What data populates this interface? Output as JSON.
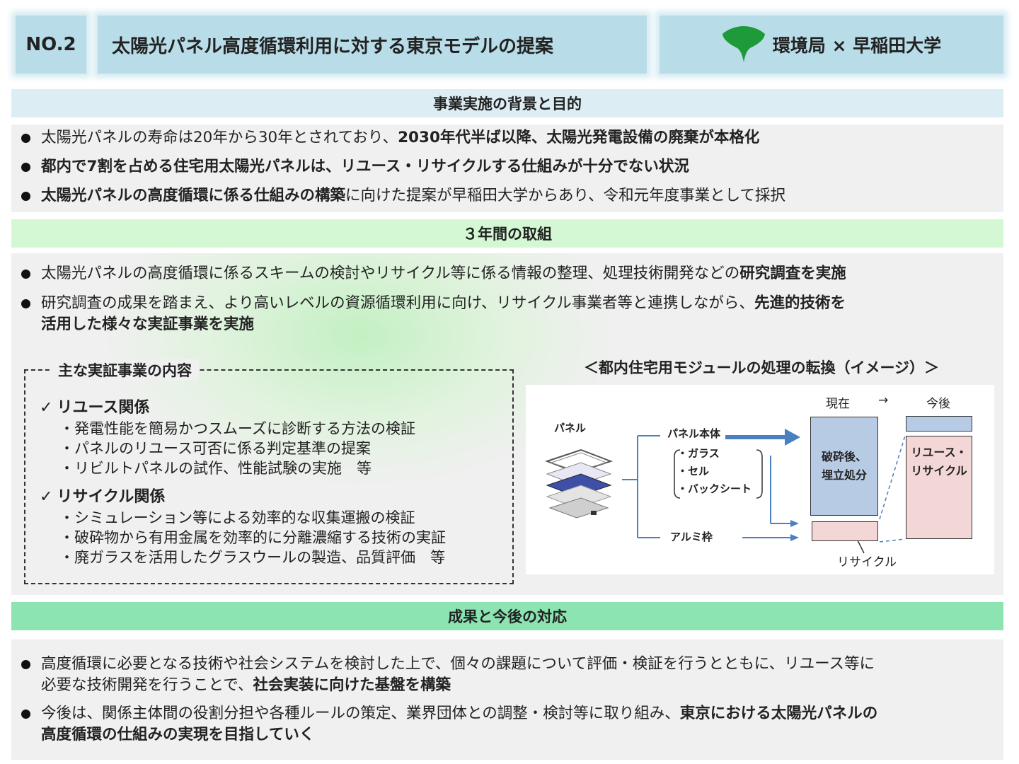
{
  "header": {
    "number": "NO.2",
    "title": "太陽光パネル高度循環利用に対する東京モデルの提案",
    "org": "環境局 × 早稲田大学",
    "logo_icon": "ginkgo-leaf-icon",
    "logo_color": "#1f9a3a"
  },
  "section1": {
    "title": "事業実施の背景と目的",
    "b1_plain": "太陽光パネルの寿命は20年から30年とされており、",
    "b1_bold": "2030年代半ば以降、太陽光発電設備の廃棄が本格化",
    "b2_bold": "都内で7割を占める住宅用太陽光パネルは、リユース・リサイクルする仕組みが十分でない状況",
    "b3_bold": "太陽光パネルの高度循環に係る仕組みの構築",
    "b3_plain": "に向けた提案が早稲田大学からあり、令和元年度事業として採択"
  },
  "section2": {
    "title": "３年間の取組",
    "b1_plain": "太陽光パネルの高度循環に係るスキームの検討やリサイクル等に係る情報の整理、処理技術開発などの",
    "b1_bold": "研究調査を実施",
    "b2_plain": "研究調査の成果を踏まえ、より高いレベルの資源循環利用に向け、リサイクル事業者等と連携しながら、",
    "b2_bold1": "先進的技術を",
    "b2_bold2": "活用した様々な実証事業を実施",
    "demo": {
      "title": "主な実証事業の内容",
      "check": "✓",
      "reuse_label": "リユース関係",
      "reuse_items": [
        "・発電性能を簡易かつスムーズに診断する方法の検証",
        "・パネルのリユース可否に係る判定基準の提案",
        "・リビルトパネルの試作、性能試験の実施　等"
      ],
      "recycle_label": "リサイクル関係",
      "recycle_items": [
        "・シミュレーション等による効率的な収集運搬の検証",
        "・破砕物から有用金属を効率的に分離濃縮する技術の実証",
        "・廃ガラスを活用したグラスウールの製造、品質評価　等"
      ]
    },
    "image": {
      "caption": "＜都内住宅用モジュールの処理の転換（イメージ）＞",
      "panel": "パネル",
      "panel_body": "パネル本体",
      "parts": [
        "・ガラス",
        "・セル",
        "・バックシート"
      ],
      "frame": "アルミ枠",
      "now": "現在",
      "arrow": "→",
      "future": "今後",
      "waste_line1": "破砕後、",
      "waste_line2": "埋立処分",
      "reuse_line1": "リユース・",
      "reuse_line2": "リサイクル",
      "recycle": "リサイクル"
    }
  },
  "section3": {
    "title": "成果と今後の対応",
    "b1_plain1": "高度循環に必要となる技術や社会システムを検討した上で、個々の課題について評価・検証を行うとともに、リユース等に",
    "b1_plain2": "必要な技術開発を行うことで、",
    "b1_bold": "社会実装に向けた基盤を構築",
    "b2_plain": "今後は、関係主体間の役割分担や各種ルールの策定、業界団体との調整・検討等に取り組み、",
    "b2_bold1": "東京における太陽光パネルの",
    "b2_bold2": "高度循環の仕組みの実現を目指していく"
  }
}
